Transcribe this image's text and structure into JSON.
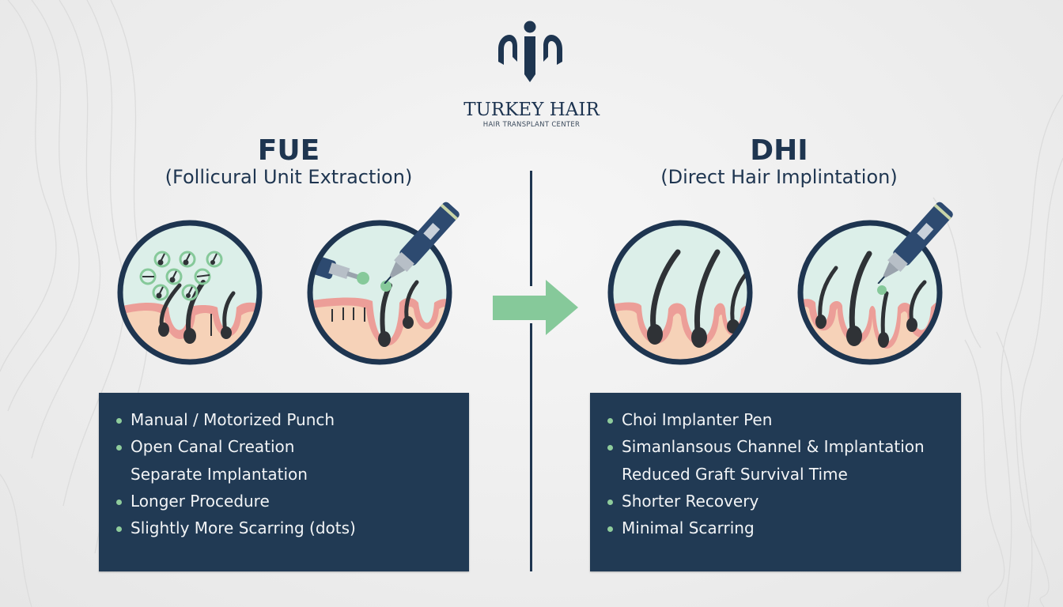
{
  "brand": {
    "logo_icon": "hair-follicle-logo-icon",
    "name": "TURKEY HAIR",
    "tagline": "HAIR TRANSPLANT CENTER"
  },
  "colors": {
    "navy": "#1e3550",
    "panel": "#213a54",
    "accent_green": "#86c99a",
    "scalp_bg": "#dcefe9",
    "skin": "#f6d2b8",
    "skin_pink": "#ec9e98",
    "hair": "#2f3236"
  },
  "left": {
    "title": "FUE",
    "subtitle": "(Follicural Unit Extraction)",
    "illustrations": [
      "extracted-grafts-circle",
      "punch-and-implanter-circle"
    ],
    "features": [
      {
        "text": "Manual / Motorized Punch",
        "bullet": true
      },
      {
        "text": "Open Canal Creation",
        "bullet": true
      },
      {
        "text": "Separate Implantation",
        "bullet": false
      },
      {
        "text": "Longer Procedure",
        "bullet": true
      },
      {
        "text": "Slightly More Scarring (dots)",
        "bullet": true
      }
    ]
  },
  "right": {
    "title": "DHI",
    "subtitle": "(Direct Hair Implintation)",
    "illustrations": [
      "implanted-hairs-circle",
      "choi-pen-implant-circle"
    ],
    "features": [
      {
        "text": "Choi Implanter Pen",
        "bullet": true
      },
      {
        "text": "Simanlansous Channel & Implantation",
        "bullet": true
      },
      {
        "text": "Reduced Graft Survival Time",
        "bullet": false
      },
      {
        "text": "Shorter Recovery",
        "bullet": true
      },
      {
        "text": "Minimal Scarring",
        "bullet": true
      }
    ]
  },
  "center": {
    "arrow_icon": "right-arrow-icon",
    "divider": "vertical-divider"
  }
}
